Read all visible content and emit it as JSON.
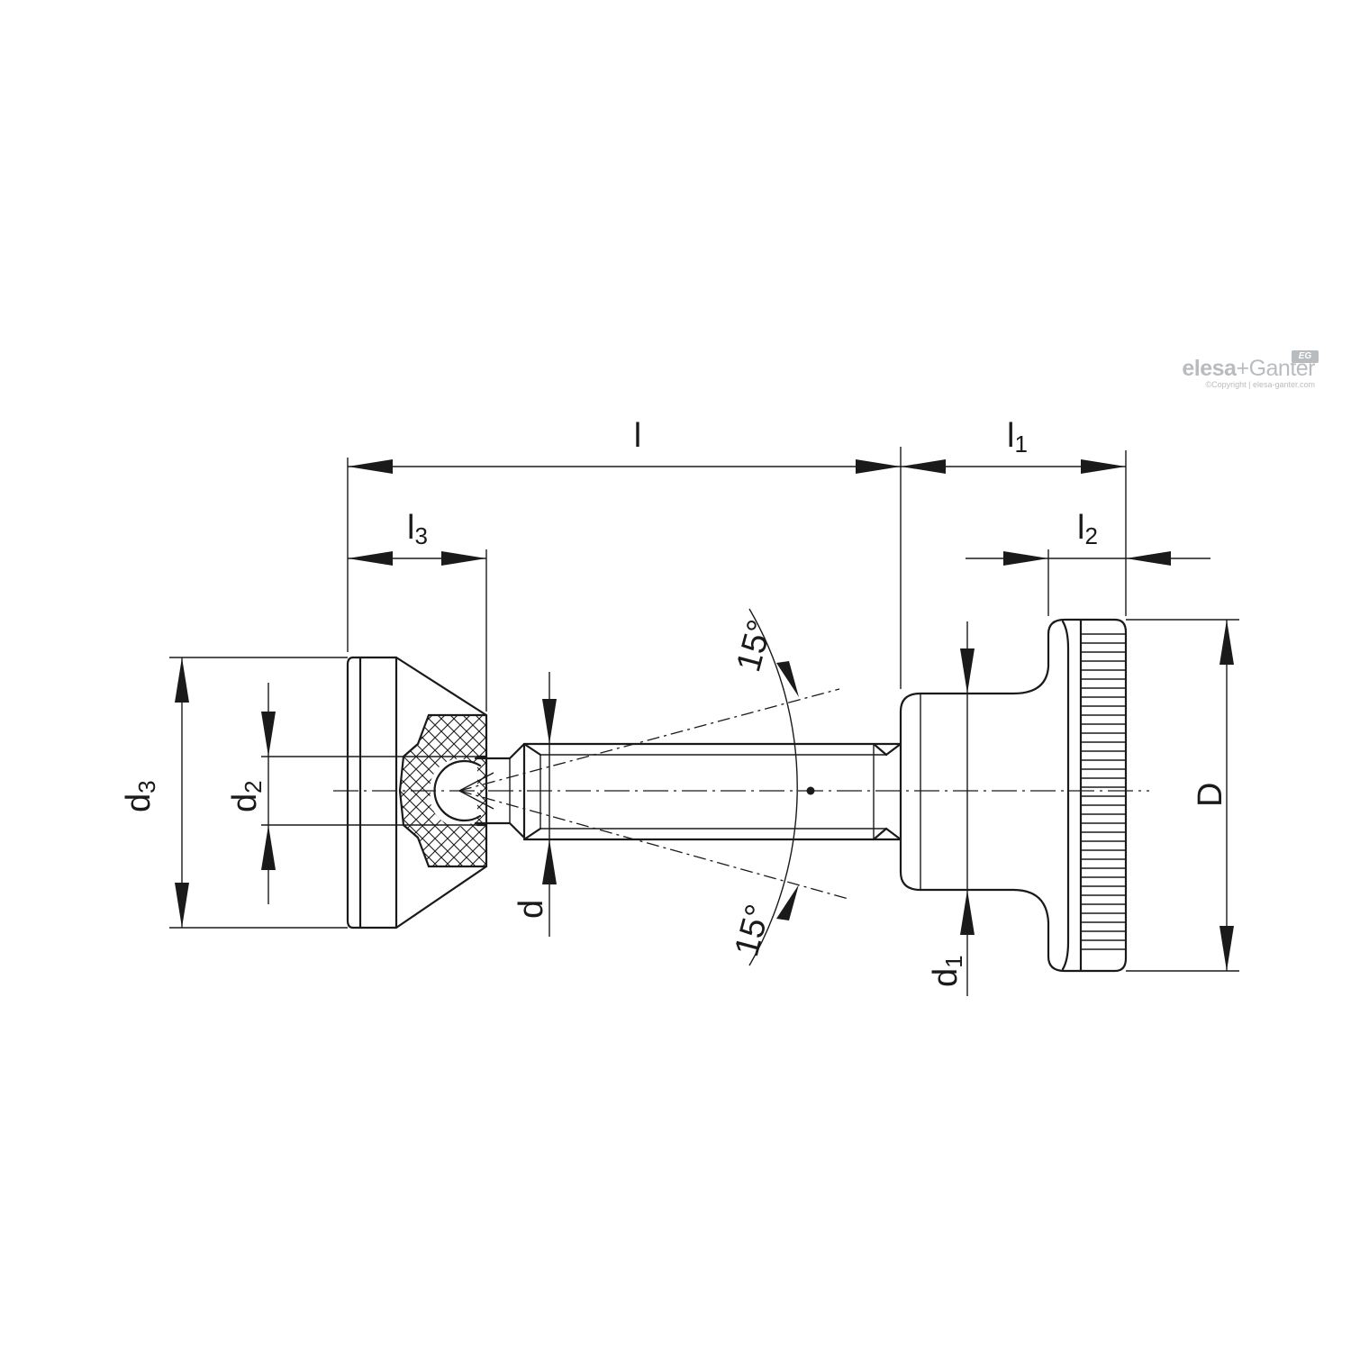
{
  "diagram": {
    "labels": {
      "l": "l",
      "l1_base": "l",
      "l1_sub": "1",
      "l2_base": "l",
      "l2_sub": "2",
      "l3_base": "l",
      "l3_sub": "3",
      "d": "d",
      "d1_base": "d",
      "d1_sub": "1",
      "d2_base": "d",
      "d2_sub": "2",
      "d3_base": "d",
      "d3_sub": "3",
      "D": "D",
      "angle_top": "15°",
      "angle_bottom": "15°"
    }
  },
  "logo": {
    "brand_a": "elesa",
    "plus": "+",
    "brand_b": "Ganter",
    "badge": "EG",
    "copyright": "©Copyright | elesa-ganter.com"
  }
}
